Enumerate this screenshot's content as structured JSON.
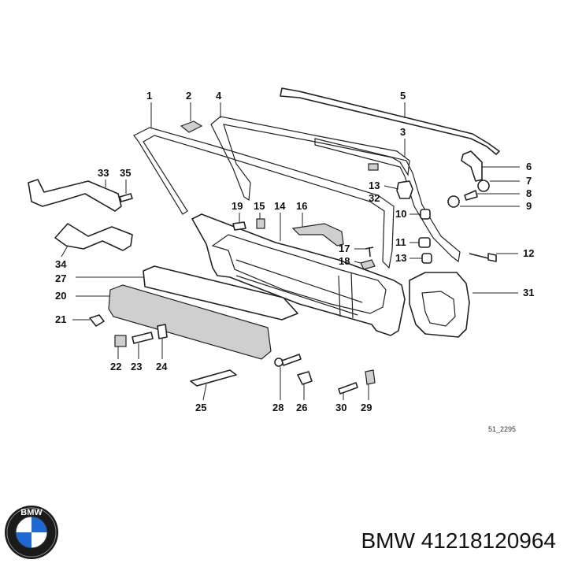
{
  "diagram": {
    "drawing_ref": "51_2295",
    "callouts": [
      "1",
      "2",
      "4",
      "5",
      "3",
      "33",
      "35",
      "6",
      "7",
      "8",
      "9",
      "13",
      "32",
      "10",
      "19",
      "15",
      "14",
      "16",
      "17",
      "18",
      "11",
      "12",
      "34",
      "27",
      "20",
      "31",
      "21",
      "22",
      "23",
      "24",
      "25",
      "28",
      "26",
      "30",
      "29"
    ]
  },
  "footer": {
    "brand_logo_text": "BMW",
    "caption": "BMW 41218120964"
  }
}
